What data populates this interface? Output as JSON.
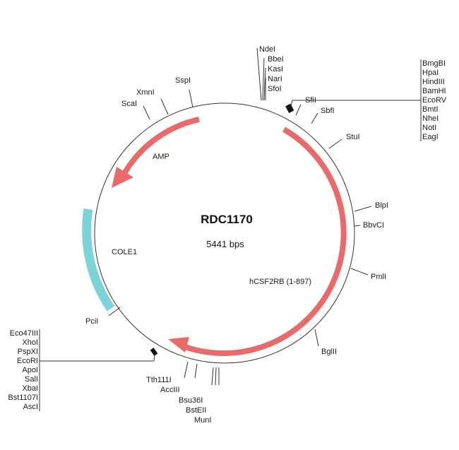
{
  "map": {
    "name": "RDC1170",
    "size_label": "5441 bps"
  },
  "features": {
    "amp": {
      "label": "AMP",
      "color": "#e86a6a"
    },
    "cole1": {
      "label": "COLE1",
      "color": "#7dd4d8"
    },
    "hcsf2rb": {
      "label": "hCSF2RB (1-897)",
      "color": "#e86a6a"
    }
  },
  "sites": {
    "sspi": "SspI",
    "xmni": "XmnI",
    "scai": "ScaI",
    "sfii": "SfiI",
    "sbfi": "SbfI",
    "stui": "StuI",
    "blpi": "BlpI",
    "bbvci": "BbvCI",
    "pmli": "PmlI",
    "bglii": "BglII",
    "pcii": "PciI",
    "tth111i": "Tth111I",
    "acciii": "AccIII",
    "bsu36i": "Bsu36I",
    "bsteii": "BstEII",
    "muni": "MunI",
    "top_cluster": [
      "NdeI",
      "BbeI",
      "KasI",
      "NarI",
      "SfoI"
    ],
    "right_cluster": [
      "BmgBI",
      "HpaI",
      "HindIII",
      "BamHI",
      "EcoRV",
      "BmtI",
      "NheI",
      "NotI",
      "EagI"
    ],
    "left_cluster": [
      "Eco47III",
      "XhoI",
      "PspXI",
      "EcoRI",
      "ApoI",
      "SalI",
      "XbaI",
      "Bst1107I",
      "AscI"
    ]
  }
}
